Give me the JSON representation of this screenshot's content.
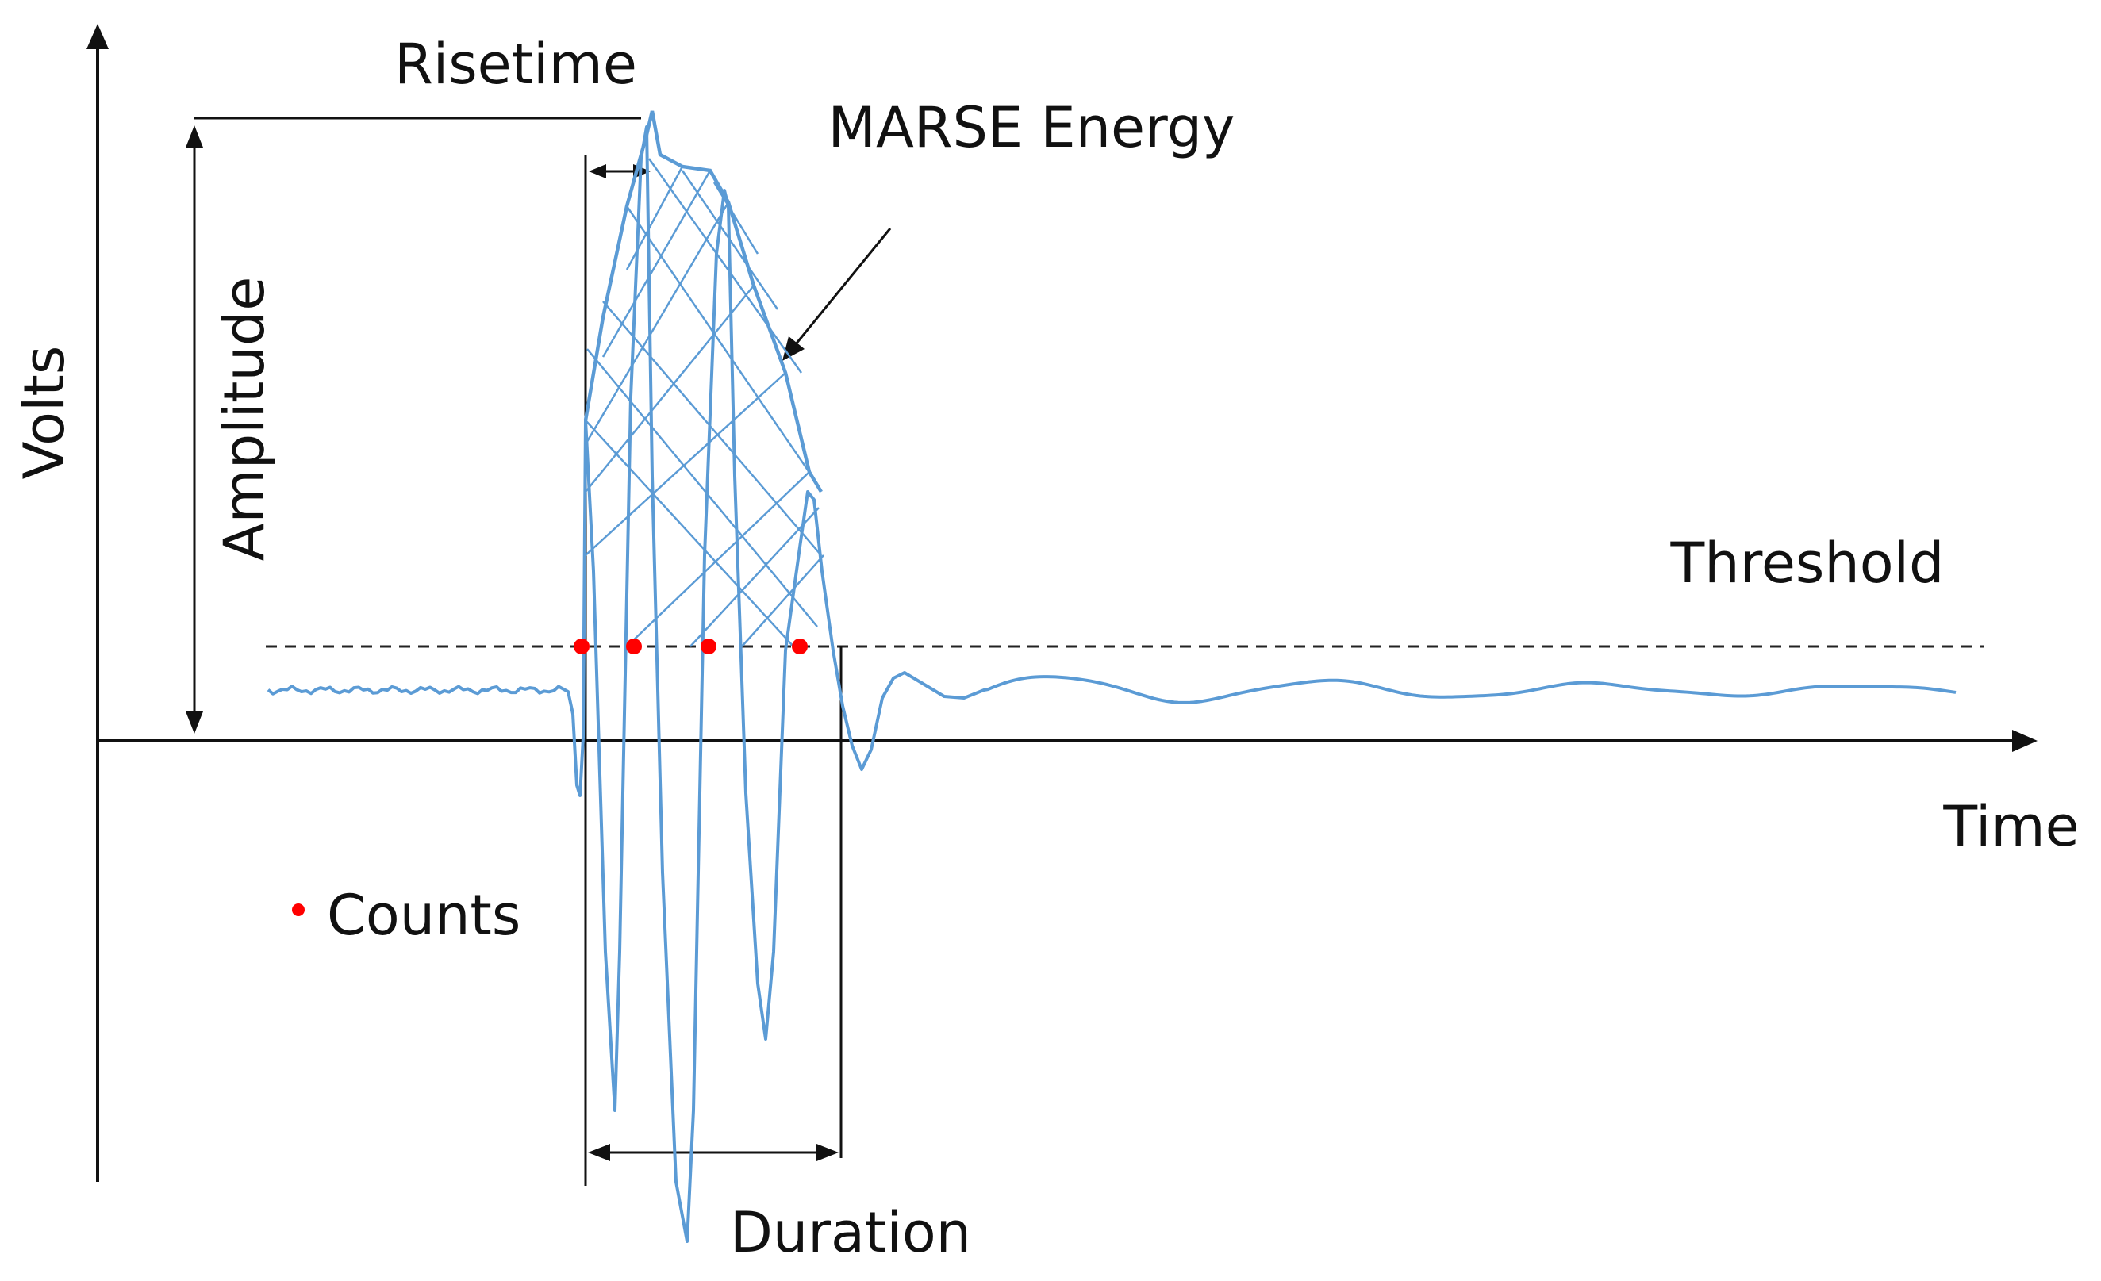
{
  "labels": {
    "y_axis": "Volts",
    "x_axis": "Time",
    "risetime": "Risetime",
    "marse_energy": "MARSE Energy",
    "amplitude": "Amplitude",
    "threshold": "Threshold",
    "counts": "Counts",
    "duration": "Duration"
  },
  "colors": {
    "waveform": "#5b9bd5",
    "count_marker": "#ff0000",
    "axes": "#111111"
  }
}
